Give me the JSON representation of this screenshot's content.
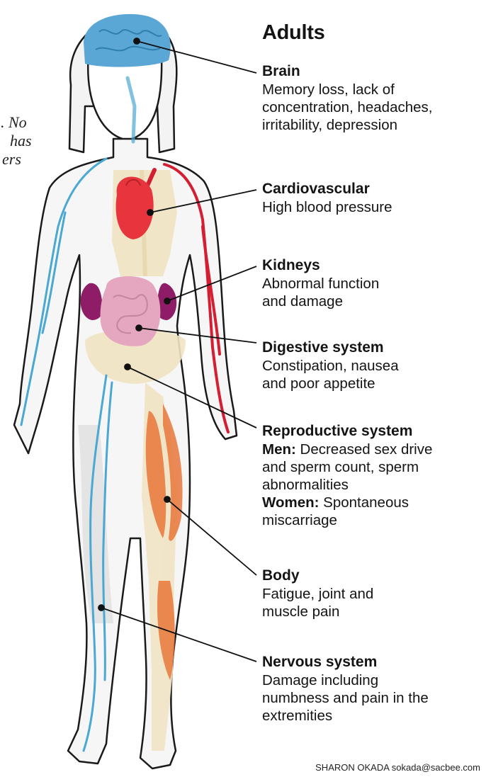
{
  "heading": "Adults",
  "cropped_text": [
    ". No",
    "has",
    "ers"
  ],
  "organs": [
    {
      "title": "Brain",
      "lines": [
        "Memory loss, lack of",
        "concentration, headaches,",
        "irritability, depression"
      ]
    },
    {
      "title": "Cardiovascular",
      "lines": [
        "High blood pressure"
      ]
    },
    {
      "title": "Kidneys",
      "lines": [
        "Abnormal function",
        "and damage"
      ]
    },
    {
      "title": "Digestive system",
      "lines": [
        "Constipation, nausea",
        "and poor appetite"
      ]
    },
    {
      "title": "Reproductive system",
      "men_label": "Men:",
      "men_lines": [
        " Decreased sex drive",
        "and sperm count, sperm",
        "abnormalities"
      ],
      "women_label": "Women:",
      "women_lines": [
        " Spontaneous",
        "miscarriage"
      ]
    },
    {
      "title": "Body",
      "lines": [
        "Fatigue, joint and",
        "muscle pain"
      ]
    },
    {
      "title": "Nervous system",
      "lines": [
        "Damage including",
        "numbness and pain in the",
        "extremities"
      ]
    }
  ],
  "credit": "SHARON OKADA sokada@sacbee.com",
  "colors": {
    "brain": "#5aa7d6",
    "heart": "#e8353d",
    "artery": "#d41f33",
    "vein": "#4aa8d3",
    "kidney": "#8e1c66",
    "intestine": "#e4a7bf",
    "muscle": "#e8773a",
    "bone": "#f1e4c4",
    "outline": "#1a1a1a",
    "leader": "#111111"
  }
}
